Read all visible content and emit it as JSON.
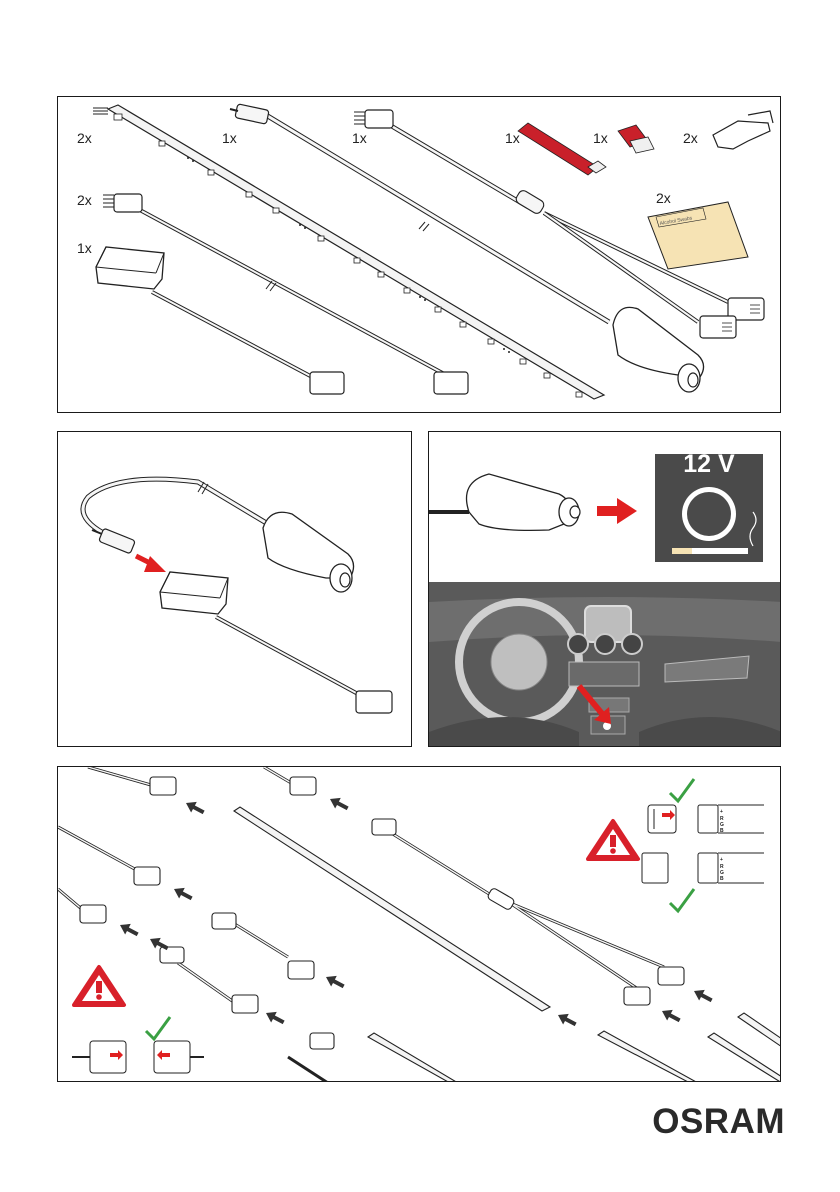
{
  "brand": {
    "logo": "OSRAM"
  },
  "parts": [
    {
      "id": "led-strip",
      "qty": "2x"
    },
    {
      "id": "dc-plug-cable",
      "qty": "1x"
    },
    {
      "id": "y-splitter-cable",
      "qty": "1x"
    },
    {
      "id": "adhesive-tape-long",
      "qty": "1x"
    },
    {
      "id": "adhesive-tape-short",
      "qty": "1x"
    },
    {
      "id": "mounting-clip",
      "qty": "2x"
    },
    {
      "id": "connector-cable",
      "qty": "2x"
    },
    {
      "id": "cleaning-wipe",
      "qty": "2x"
    },
    {
      "id": "controller-box",
      "qty": "1x"
    }
  ],
  "cleaning_wipe_label": "Alcohol Swabs",
  "socket": {
    "voltage": "12 V"
  },
  "channels": [
    "+",
    "R",
    "G",
    "B"
  ],
  "colors": {
    "arrow": "#e02020",
    "check": "#3aa043",
    "warning": "#d8202a",
    "cable_fill": "#f2f2f2",
    "dashboard": "#5a5a5a",
    "socket_box": "#4a4a4a",
    "wipe": "#f6e3b4"
  }
}
